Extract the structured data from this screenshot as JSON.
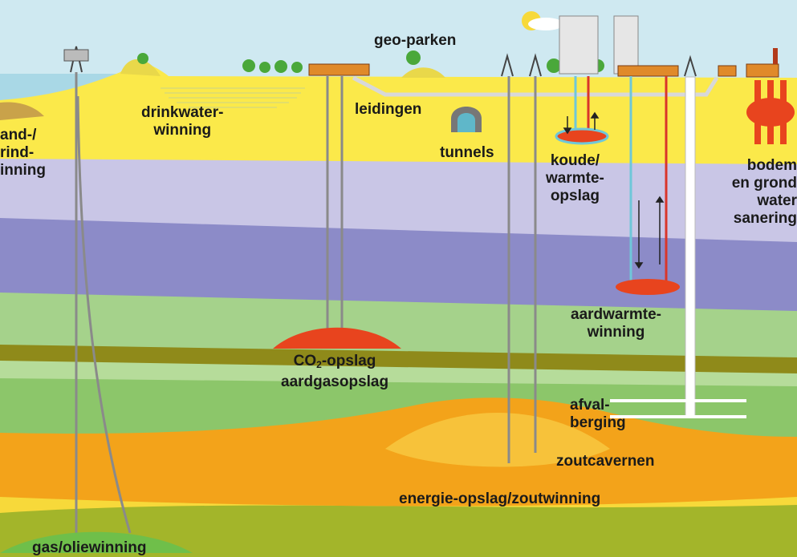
{
  "labels": {
    "geo_parken": "geo-parken",
    "drinkwater_1": "drinkwater-",
    "drinkwater_2": "winning",
    "leidingen": "leidingen",
    "tunnels": "tunnels",
    "koude_1": "koude/",
    "koude_2": "warmte-",
    "koude_3": "opslag",
    "zand_1": "and-/",
    "zand_2": "rind-",
    "zand_3": "inning",
    "bodem_1": "bodem",
    "bodem_2": "en grond",
    "bodem_3": "water",
    "bodem_4": "sanering",
    "aardwarmte_1": "aardwarmte-",
    "aardwarmte_2": "winning",
    "co2_prefix": "CO",
    "co2_sub": "2",
    "co2_suffix": "-opslag",
    "aardgas": "aardgasopslag",
    "afval_1": "afval-",
    "afval_2": "berging",
    "zoutcavernen": "zoutcavernen",
    "energie": "energie-opslag/zoutwinning",
    "gasolie": "gas/oliewinning"
  },
  "colors": {
    "sky": "#cfe9f1",
    "sea": "#a9d8e6",
    "topsoil": "#fbe94a",
    "lavender": "#c9c6e6",
    "purple": "#8c8bc8",
    "light_green": "#a5d28b",
    "dark_olive": "#8f8a1a",
    "mid_green": "#8cc66a",
    "orange": "#f3a31a",
    "pale_orange": "#f7c23a",
    "bottom_yellow": "#f7d93a",
    "olive_green": "#a3b52a",
    "hot_red": "#e8441e",
    "pipe_blue": "#6fc7d9",
    "pipe_red": "#d9352a",
    "pipe_grey": "#8a8a8a"
  },
  "icons": [
    "drilling-rig-icon",
    "tree-icon",
    "building-icon",
    "house-icon",
    "factory-icon",
    "sun-icon",
    "tunnel-icon"
  ]
}
